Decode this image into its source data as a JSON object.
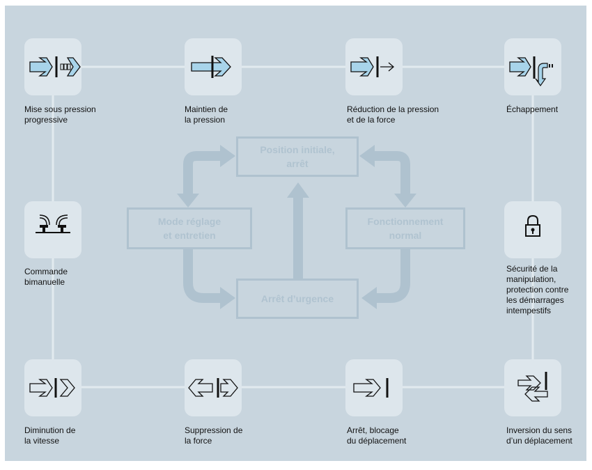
{
  "colors": {
    "panel": "#c8d5de",
    "tile": "#dde6ec",
    "connector": "#e2eaef",
    "flow": "#afc2cf",
    "arrow_fill": "#a8d4ea",
    "ink": "#111111"
  },
  "functions": [
    {
      "id": "mise-sous-pression",
      "icon": "progressive-pressurize-icon",
      "label": "Mise sous pression\nprogressive"
    },
    {
      "id": "maintien-pression",
      "icon": "hold-pressure-icon",
      "label": "Maintien de\nla pression"
    },
    {
      "id": "reduction-pression",
      "icon": "reduce-pressure-icon",
      "label": "Réduction de la pression\net de la force"
    },
    {
      "id": "echappement",
      "icon": "exhaust-icon",
      "label": "Échappement"
    },
    {
      "id": "commande-bimanuelle",
      "icon": "two-hand-control-icon",
      "label": "Commande\nbimanuelle"
    },
    {
      "id": "securite-manipulation",
      "icon": "padlock-icon",
      "label": "Sécurité de la\nmanipulation,\nprotection contre\nles démarrages\nintempestifs"
    },
    {
      "id": "diminution-vitesse",
      "icon": "reduce-speed-icon",
      "label": "Diminution de\nla vitesse"
    },
    {
      "id": "suppression-force",
      "icon": "remove-force-icon",
      "label": "Suppression de\nla force"
    },
    {
      "id": "arret-blocage",
      "icon": "stop-block-icon",
      "label": "Arrêt, blocage\ndu déplacement"
    },
    {
      "id": "inversion-sens",
      "icon": "reverse-direction-icon",
      "label": "Inversion du sens\nd’un déplacement"
    }
  ],
  "states": {
    "initial": "Position initiale,\narrêt",
    "reglage": "Mode réglage\net entretien",
    "normal": "Fonctionnement\nnormal",
    "urgence": "Arrêt d’urgence"
  }
}
